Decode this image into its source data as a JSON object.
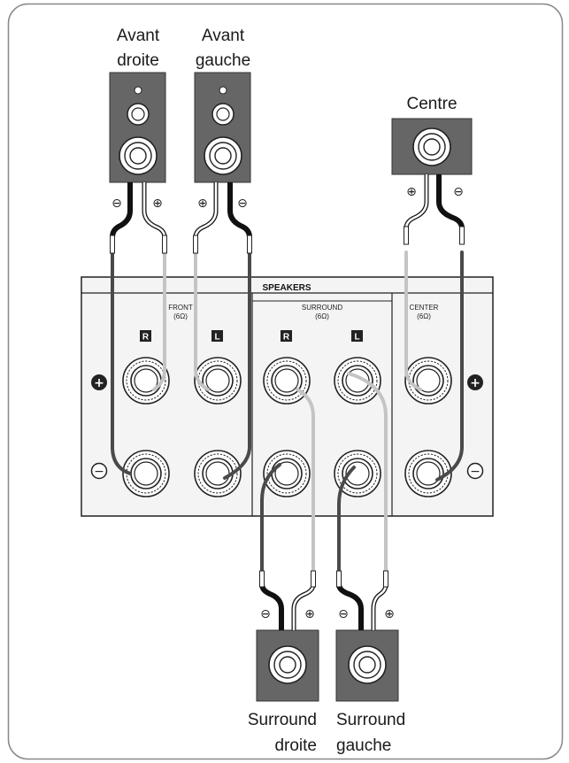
{
  "speakers": {
    "front_right": [
      "Avant",
      "droite"
    ],
    "front_left": [
      "Avant",
      "gauche"
    ],
    "center": [
      "Centre"
    ],
    "surround_right": [
      "Surround",
      "droite"
    ],
    "surround_left": [
      "Surround",
      "gauche"
    ]
  },
  "panel": {
    "title": "SPEAKERS",
    "front": [
      "FRONT",
      "(6Ω)"
    ],
    "surround": [
      "SURROUND",
      "(6Ω)"
    ],
    "center": [
      "CENTER",
      "(6Ω)"
    ],
    "right_badge": "R",
    "left_badge": "L",
    "plus_symbol": "+",
    "minus_symbol": "−"
  },
  "terminal_signs": {
    "plus": "⊕",
    "minus": "⊖"
  },
  "colors": {
    "speaker_box": "#666666",
    "panel_fill": "#f4f4f4",
    "wire_dark": "#4a4a4a",
    "wire_light": "#c4c4c4",
    "frame": "#888888"
  }
}
